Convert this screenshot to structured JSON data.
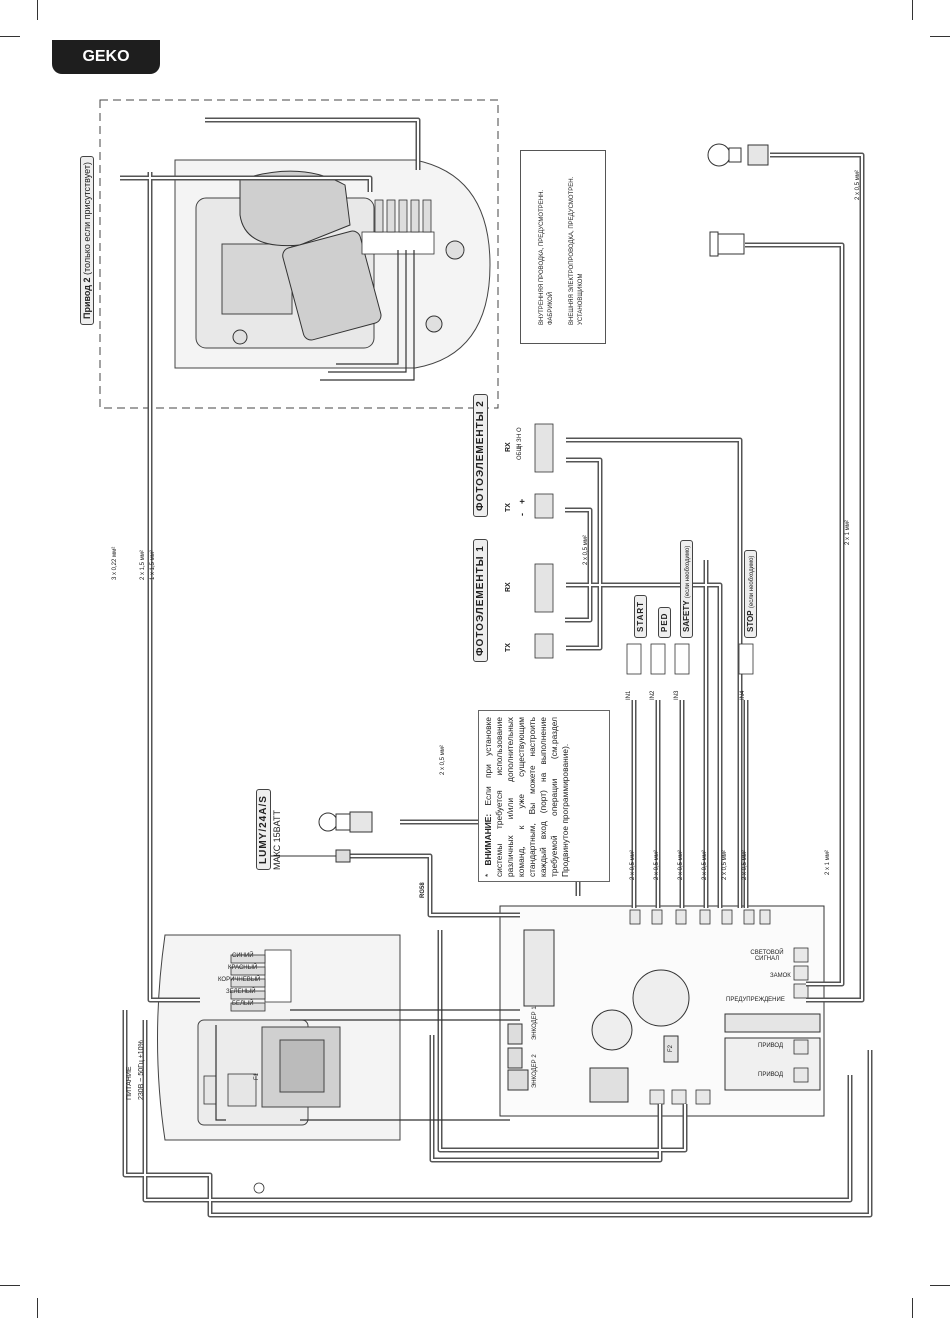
{
  "brand": "GEKO",
  "actuator2": {
    "title": "Привод 2",
    "note": "(только если присутствует)"
  },
  "photocells1": {
    "title": "ФОТОЭЛЕМЕНТЫ 1",
    "tx": "TX",
    "rx": "RX"
  },
  "photocells2": {
    "title": "ФОТОЭЛЕМЕНТЫ 2",
    "tx": "TX",
    "rx": "RX"
  },
  "photo_terminals": {
    "no": "Н О",
    "nc": "Н З",
    "com": "ОБЩ",
    "plus": "+",
    "minus": "-"
  },
  "lamp": {
    "model": "LUMY/24A/S",
    "max": "МАКС 15BATT"
  },
  "commands": {
    "start": "START",
    "ped": "PED",
    "safety": "SAFETY",
    "safety_note": "(если необходимо)",
    "stop": "STOP",
    "stop_note": "(если необходимо)"
  },
  "wire_colors": {
    "blue": "СИНИЙ",
    "red": "КРАСНЫЙ",
    "brown": "КОРИЧНЕВЫЙ",
    "green": "ЗЕЛЕНЫЙ",
    "white": "БЕЛЫЙ"
  },
  "cables": {
    "c1": "3 x 0,22 мм²",
    "c2": "2 x 1,5 мм²",
    "c3": "1 x 1,5 мм²",
    "c4": "2 x 0,5 мм²",
    "c5": "2 x 1 мм²",
    "c6": "2 x 0,5 мм²",
    "antenna": "RG58"
  },
  "power": {
    "label": "ПИТАНИЕ",
    "spec": "230В ~ 50Гц ±10%"
  },
  "legend": {
    "internal": "ВНУТРЕННЯЯ ПРОВОДКА, ПРЕДУСМОТРЕНН. ФАБРИКОЙ",
    "external": "ВНЕШНЯЯ ЭЛЕКТРОПРОВОДКА, ПРЕДУСМОТРЕН. УСТАНОВЩИКОМ"
  },
  "warning": {
    "star": "*",
    "title": "ВНИМАНИЕ:",
    "body": "Если при установке системы требуется использование различных и/или дополнительных команд, к уже существующим стандартным, Вы можете настроить каждый вход (порт) на выполнение требуемой операции (см.раздел Продвинутое программирование)."
  },
  "board": {
    "signal": "СВЕТОВОЙ СИГНАЛ",
    "lock": "ЗАМОК",
    "warning_light": "ПРЕДУПРЕЖДЕНИЕ",
    "motor1": "ПРИВОД",
    "motor2": "ПРИВОД",
    "enc1": "ЭНКОДЕР 1",
    "enc2": "ЭНКОДЕР 2",
    "f1": "F1",
    "f2": "F2",
    "in1": "IN1",
    "in2": "IN2",
    "in3": "IN3",
    "in4": "IN4"
  },
  "colors": {
    "outer_wire": "#555555",
    "inner_wire": "#ffffff",
    "ink": "#333333",
    "shade": "#dddddd"
  }
}
